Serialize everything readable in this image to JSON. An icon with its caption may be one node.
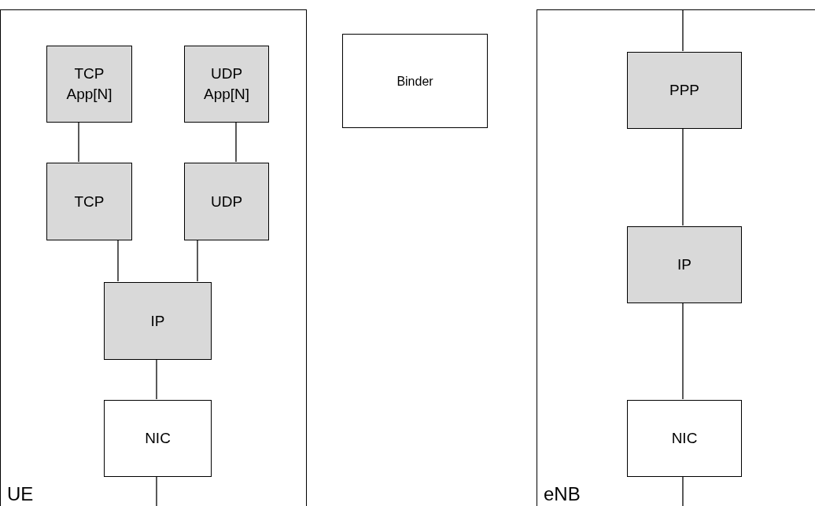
{
  "diagram": {
    "nodes": [
      {
        "text": [
          "UE"
        ]
      },
      {
        "text": [
          "TCP App[N]"
        ],
        "in": 0
      },
      {
        "text": [
          "UDP App[N]"
        ],
        "in": 0
      },
      {
        "text": [
          "TCP"
        ],
        "in": 0
      },
      {
        "text": [
          "UDP"
        ],
        "in": 0
      },
      {
        "text": [
          "IP"
        ],
        "in": 0
      },
      {
        "text": [
          "NIC"
        ],
        "in": 0
      },
      {
        "text": [
          "Binder"
        ]
      },
      {
        "text": [
          "eNB"
        ]
      },
      {
        "text": [
          "PPP"
        ],
        "in": 8
      },
      {
        "text": [
          "IP"
        ],
        "in": 8
      },
      {
        "text": [
          "NIC"
        ],
        "in": 8
      }
    ],
    "edges": [
      {
        "from": 1,
        "to": 3,
        "arrow": "none"
      },
      {
        "from": 2,
        "to": 4,
        "arrow": "none"
      },
      {
        "from": 3,
        "to": 5,
        "arrow": "none"
      },
      {
        "from": 4,
        "to": 5,
        "arrow": "none"
      },
      {
        "from": 5,
        "to": 6,
        "arrow": "none"
      },
      {
        "from": 6,
        "to": null,
        "arrow": "none"
      },
      {
        "from": null,
        "to": 9,
        "arrow": "none"
      },
      {
        "from": 9,
        "to": 10,
        "arrow": "none"
      },
      {
        "from": 10,
        "to": 11,
        "arrow": "none"
      },
      {
        "from": 11,
        "to": null,
        "arrow": "none"
      }
    ]
  }
}
